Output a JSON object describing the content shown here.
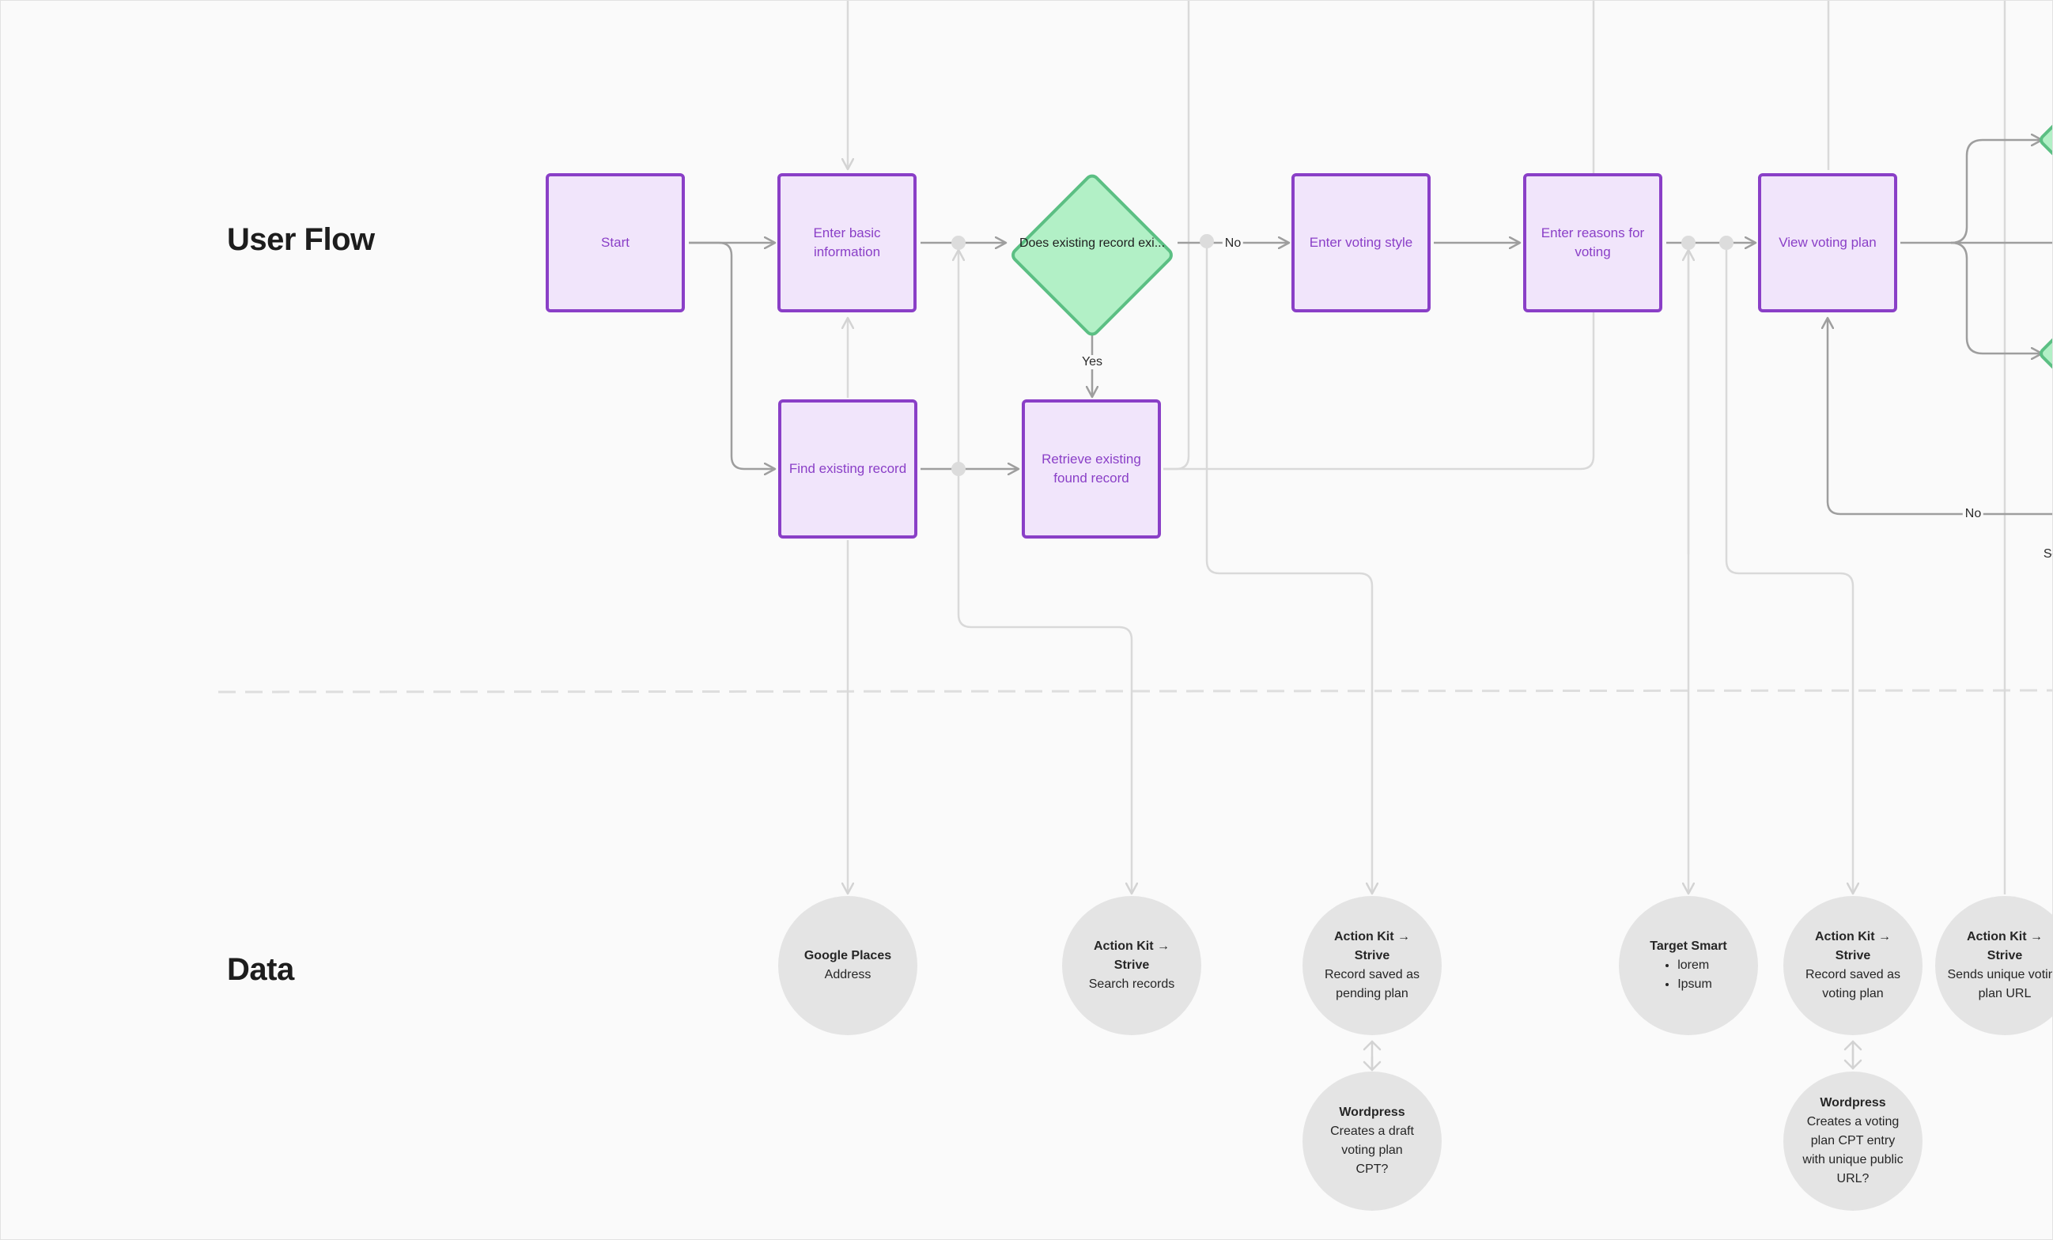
{
  "sections": {
    "user_flow": "User Flow",
    "data": "Data"
  },
  "flow": {
    "start": "Start",
    "enter_basic": "Enter basic information",
    "find_existing": "Find existing record",
    "retrieve": "Retrieve existing found record",
    "decision": "Does existing record exi...",
    "voting_style": "Enter voting style",
    "reasons": "Enter reasons for voting",
    "view_plan": "View voting plan"
  },
  "edge_labels": {
    "no_1": "No",
    "yes": "Yes",
    "no_2": "No",
    "cut_off": "Sł"
  },
  "data_nodes": {
    "google": {
      "title": "Google Places",
      "body": "Address"
    },
    "ak_search": {
      "title": "Action Kit → Strive",
      "body": "Search records"
    },
    "ak_pending": {
      "title": "Action Kit → Strive",
      "body": "Record saved as pending plan"
    },
    "wp_draft": {
      "title": "Wordpress",
      "body": "Creates a draft voting plan CPT?"
    },
    "target_smart": {
      "title": "Target Smart",
      "items": [
        "lorem",
        "Ipsum"
      ]
    },
    "ak_saved": {
      "title": "Action Kit → Strive",
      "body": "Record saved as voting plan"
    },
    "wp_cpt": {
      "title": "Wordpress",
      "body": "Creates a voting plan CPT entry with unique public URL?"
    },
    "ak_url": {
      "title": "Action Kit → Strive",
      "body": "Sends unique voting plan URL"
    }
  },
  "colors": {
    "box_fill": "#f1e5fb",
    "box_border": "#8a3fc7",
    "diamond_fill": "#b2f0c6",
    "diamond_border": "#5bbf83",
    "circle_fill": "#e4e4e4",
    "arrow": "#9e9e9e",
    "faint_line": "#dadada"
  }
}
